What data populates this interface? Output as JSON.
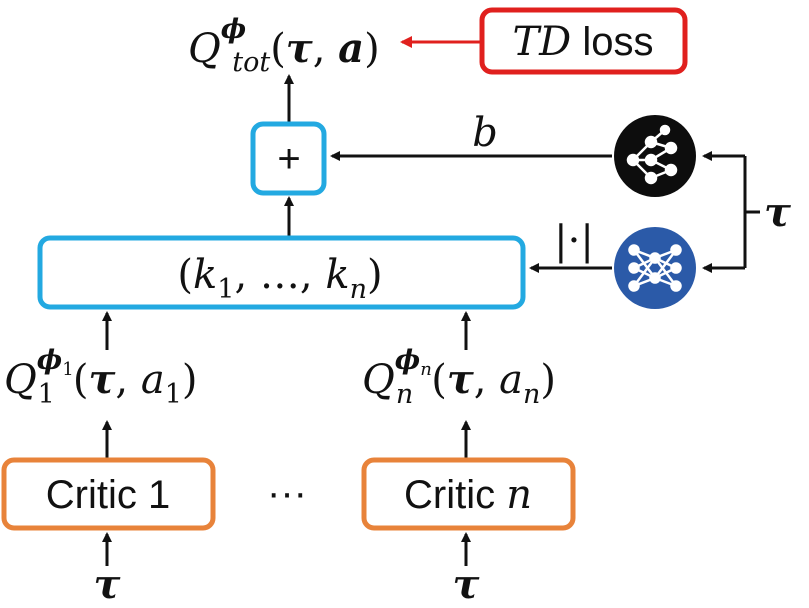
{
  "colors": {
    "line": "#111111",
    "loss_box": "#e0201e",
    "loss_arrow": "#e0201e",
    "mixer_box": "#23a9e1",
    "critic_box": "#e8833a",
    "hyper_net_bias": "#0d0d0d",
    "hyper_net_weights": "#2b5aa8"
  },
  "output": {
    "q_symbol": "Q",
    "superscript": "ϕ",
    "subscript": "tot",
    "tau": "τ",
    "action": "a"
  },
  "loss": {
    "td": "TD",
    "label": " loss"
  },
  "sum_node": {
    "symbol": "+"
  },
  "bias": {
    "label": "b"
  },
  "abs": {
    "label": "|·|"
  },
  "mixer": {
    "label_open": "(",
    "k": "k",
    "sub_first": "1",
    "mid": ", …, ",
    "sub_last": "n",
    "label_close": ")"
  },
  "hypernet_input": {
    "tau": "τ"
  },
  "agent_q": [
    {
      "q_symbol": "Q",
      "subscript": "1",
      "sup_phi": "ϕ",
      "sup_index": "1",
      "tau": "τ",
      "action": "a",
      "action_index": "1"
    },
    {
      "q_symbol": "Q",
      "subscript": "n",
      "sup_phi": "ϕ",
      "sup_index": "n",
      "tau": "τ",
      "action": "a",
      "action_index": "n"
    }
  ],
  "critics": [
    {
      "prefix": "Critic ",
      "index": "1"
    },
    {
      "prefix": "Critic ",
      "index": "n"
    }
  ],
  "ellipsis": "···",
  "inputs": [
    {
      "tau": "τ"
    },
    {
      "tau": "τ"
    }
  ]
}
